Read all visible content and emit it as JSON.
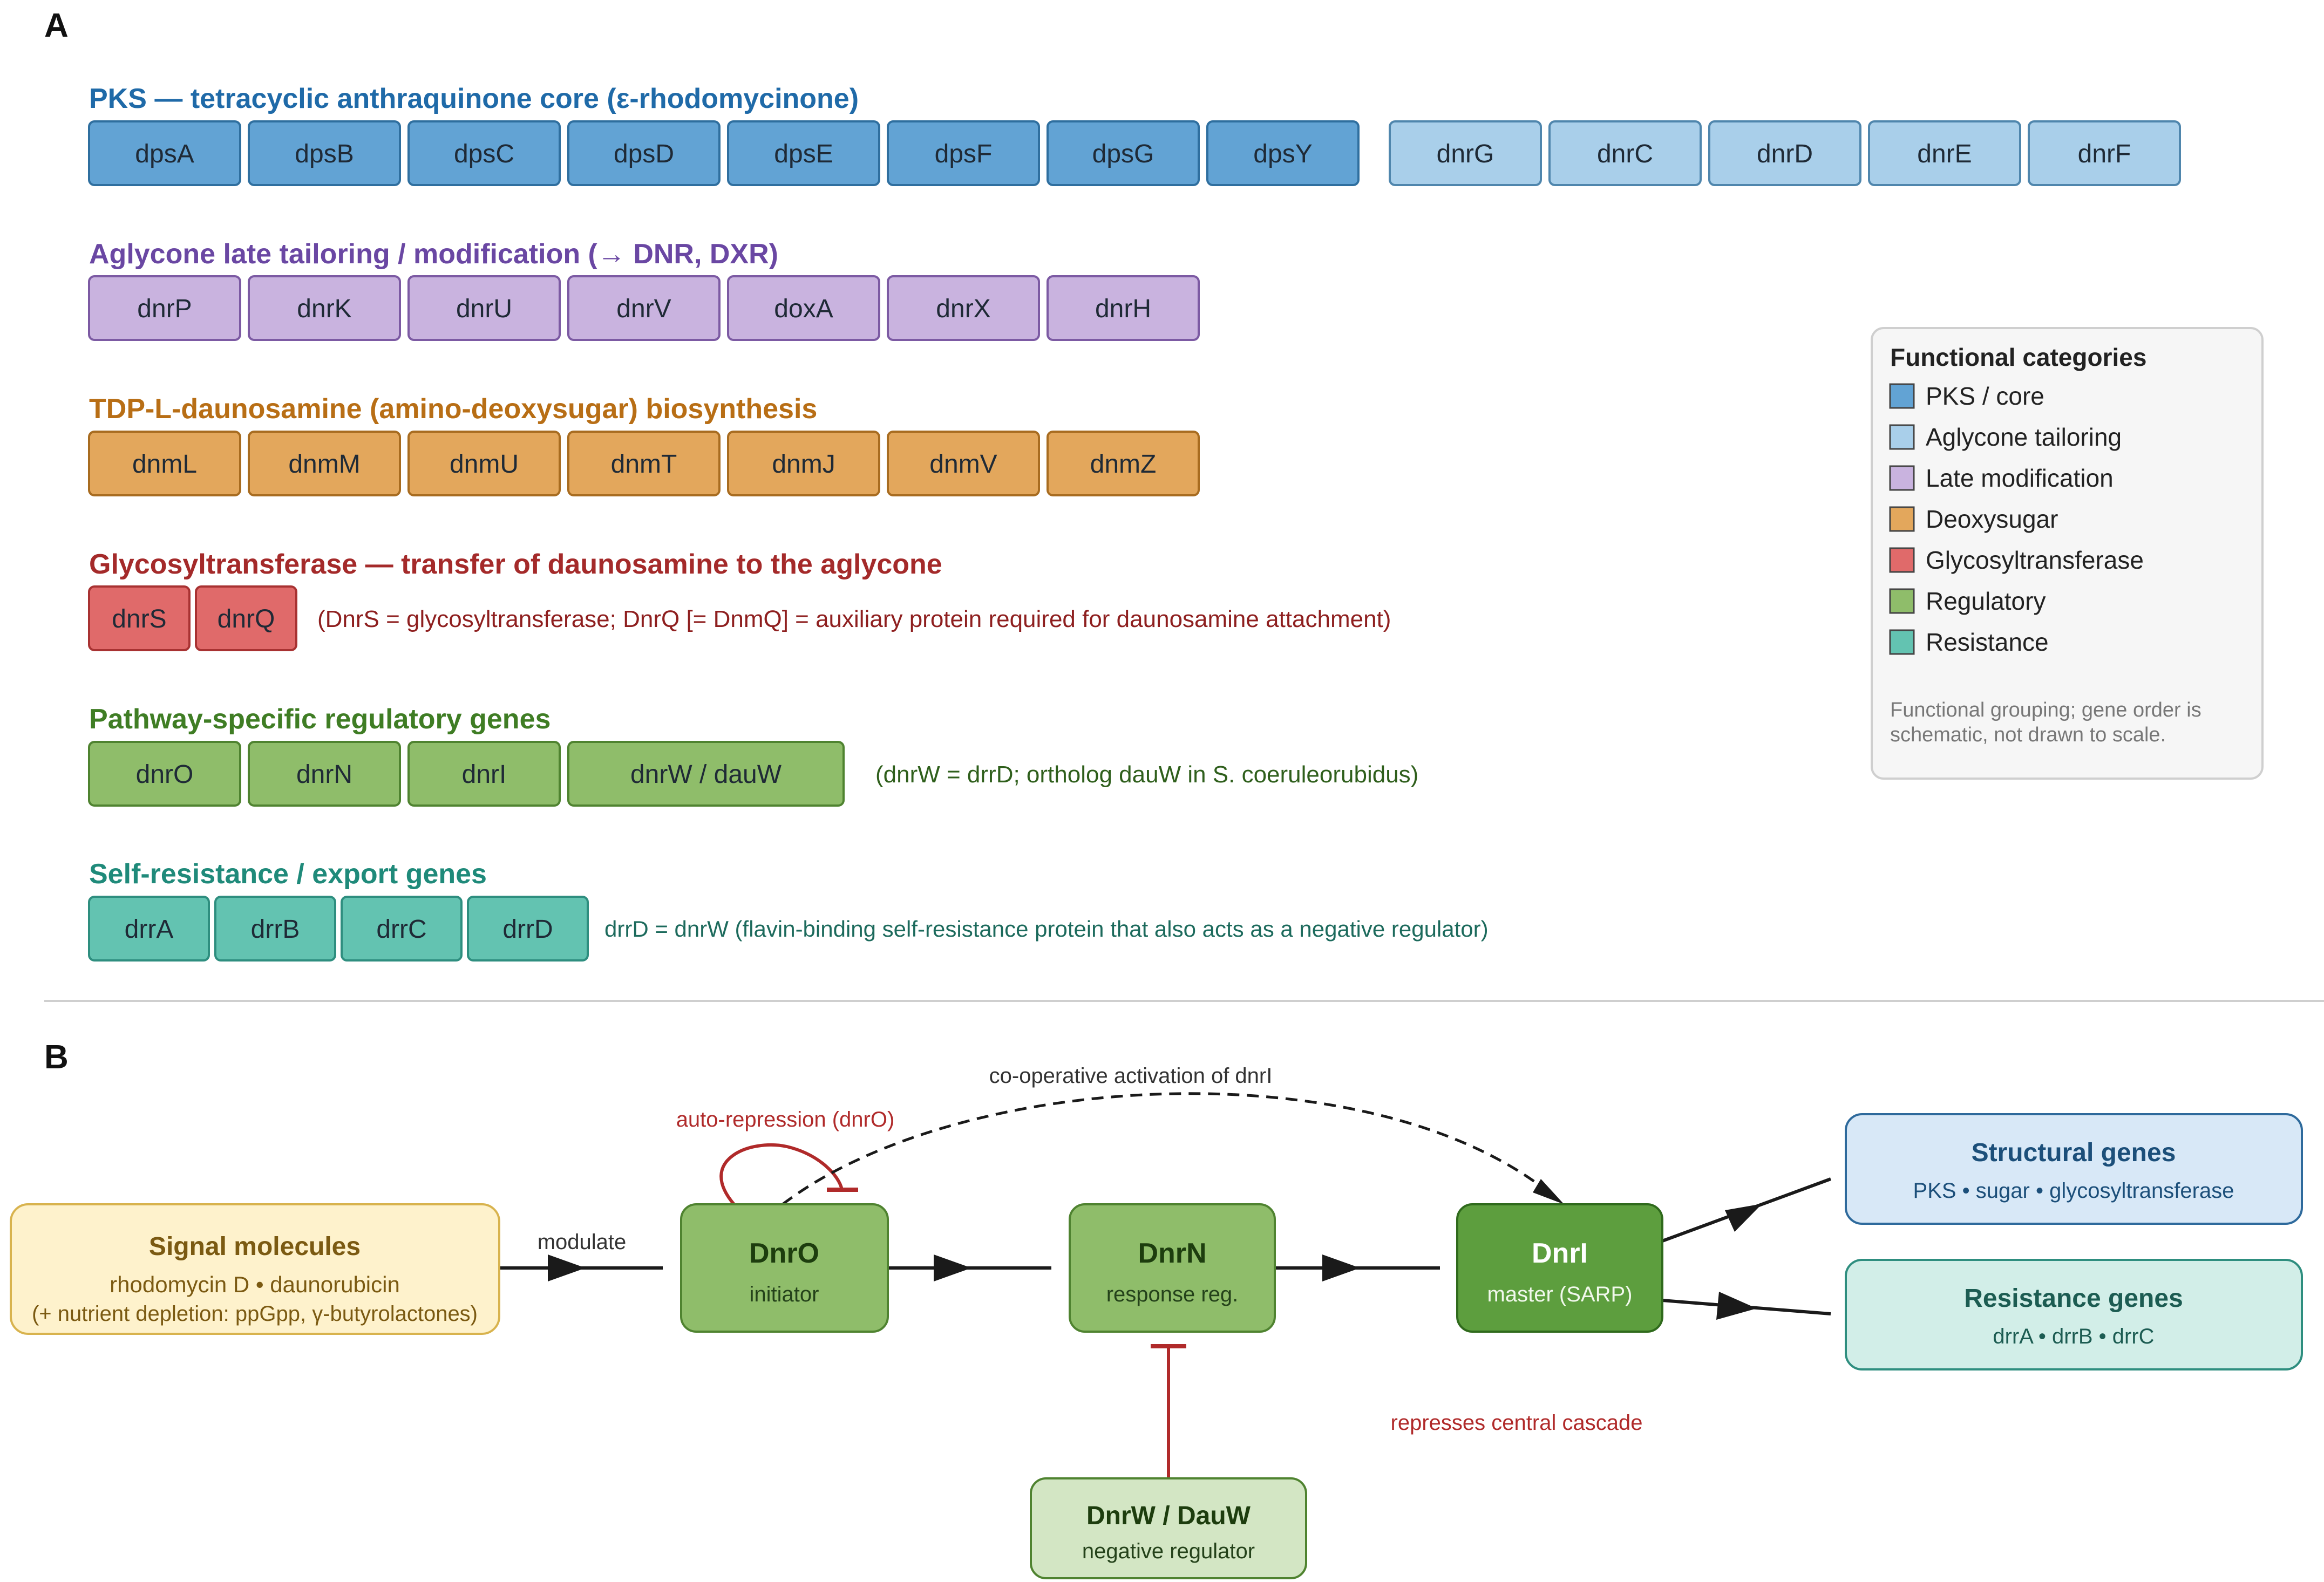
{
  "panel_a_letter": "A",
  "panel_b_letter": "B",
  "colors": {
    "pks": "#62a3d4",
    "pks_border": "#2f6f9f",
    "aglycone": "#a9cfea",
    "aglycone_border": "#4f86ad",
    "late": "#c9b3df",
    "late_border": "#7c5aa3",
    "sugar": "#e3a75c",
    "sugar_border": "#a86c20",
    "gt": "#e06a6a",
    "gt_border": "#a83232",
    "reg": "#8fbd6a",
    "reg_border": "#4f8330",
    "res": "#63c3b1",
    "res_border": "#2e8e7f"
  },
  "sections": {
    "pks": {
      "title": "PKS — tetracyclic anthraquinone core (ε-rhodomycinone)",
      "title_color": "#1f6aa8",
      "genes": [
        "dpsA",
        "dpsB",
        "dpsC",
        "dpsD",
        "dpsE",
        "dpsF",
        "dpsG",
        "dpsY"
      ],
      "aglycone_genes": [
        "dnrG",
        "dnrC",
        "dnrD",
        "dnrE",
        "dnrF"
      ]
    },
    "late": {
      "title": "Aglycone late tailoring / modification (→ DNR, DXR)",
      "title_color": "#6a47a3",
      "genes": [
        "dnrP",
        "dnrK",
        "dnrU",
        "dnrV",
        "doxA",
        "dnrX",
        "dnrH"
      ]
    },
    "sugar": {
      "title": "TDP-L-daunosamine (amino-deoxysugar) biosynthesis",
      "title_color": "#b86e15",
      "genes": [
        "dnmL",
        "dnmM",
        "dnmU",
        "dnmT",
        "dnmJ",
        "dnmV",
        "dnmZ"
      ]
    },
    "gt": {
      "title": "Glycosyltransferase — transfer of daunosamine to the aglycone",
      "title_color": "#a42a2a",
      "genes": [
        "dnrS",
        "dnrQ"
      ],
      "note": "(DnrS = glycosyltransferase; DnrQ [= DnmQ] = auxiliary protein required for daunosamine attachment)",
      "note_color": "#8e1f1f"
    },
    "reg": {
      "title": "Pathway-specific regulatory genes",
      "title_color": "#3f7d24",
      "genes": [
        "dnrO",
        "dnrN",
        "dnrI",
        "dnrW / dauW"
      ],
      "note": "(dnrW = drrD; ortholog dauW in S. coeruleorubidus)",
      "note_color": "#2f5f1c"
    },
    "res": {
      "title": "Self-resistance / export genes",
      "title_color": "#1f8a7a",
      "genes": [
        "drrA",
        "drrB",
        "drrC",
        "drrD"
      ],
      "note": "drrD = dnrW (flavin-binding self-resistance protein that also acts as a negative regulator)",
      "note_color": "#1c6a5c"
    }
  },
  "legend": {
    "title": "Functional categories",
    "items": [
      {
        "label": "PKS / core",
        "color": "#62a3d4"
      },
      {
        "label": "Aglycone tailoring",
        "color": "#a9cfea"
      },
      {
        "label": "Late modification",
        "color": "#c9b3df"
      },
      {
        "label": "Deoxysugar",
        "color": "#e3a75c"
      },
      {
        "label": "Glycosyltransferase",
        "color": "#e06a6a"
      },
      {
        "label": "Regulatory",
        "color": "#8fbd6a"
      },
      {
        "label": "Resistance",
        "color": "#63c3b1"
      }
    ],
    "note_line1": "Functional grouping; gene order is",
    "note_line2": "schematic, not drawn to scale."
  },
  "cascade": {
    "signal": {
      "title": "Signal molecules",
      "line1": "rhodomycin D • daunorubicin",
      "line2": "(+ nutrient depletion: ppGpp, γ-butyrolactones)"
    },
    "dnro": {
      "title": "DnrO",
      "sub": "initiator"
    },
    "dnrn": {
      "title": "DnrN",
      "sub": "response reg."
    },
    "dnri": {
      "title": "DnrI",
      "sub": "master (SARP)"
    },
    "structural": {
      "title": "Structural genes",
      "sub": "PKS • sugar • glycosyltransferase"
    },
    "resistance": {
      "title": "Resistance genes",
      "sub": "drrA • drrB • drrC"
    },
    "dnrw": {
      "title": "DnrW / DauW",
      "sub": "negative regulator"
    },
    "labels": {
      "modulate": "modulate",
      "autorepression": "auto-repression (dnrO)",
      "cooperative": "co-operative activation of dnrI",
      "represses": "represses central cascade"
    }
  }
}
